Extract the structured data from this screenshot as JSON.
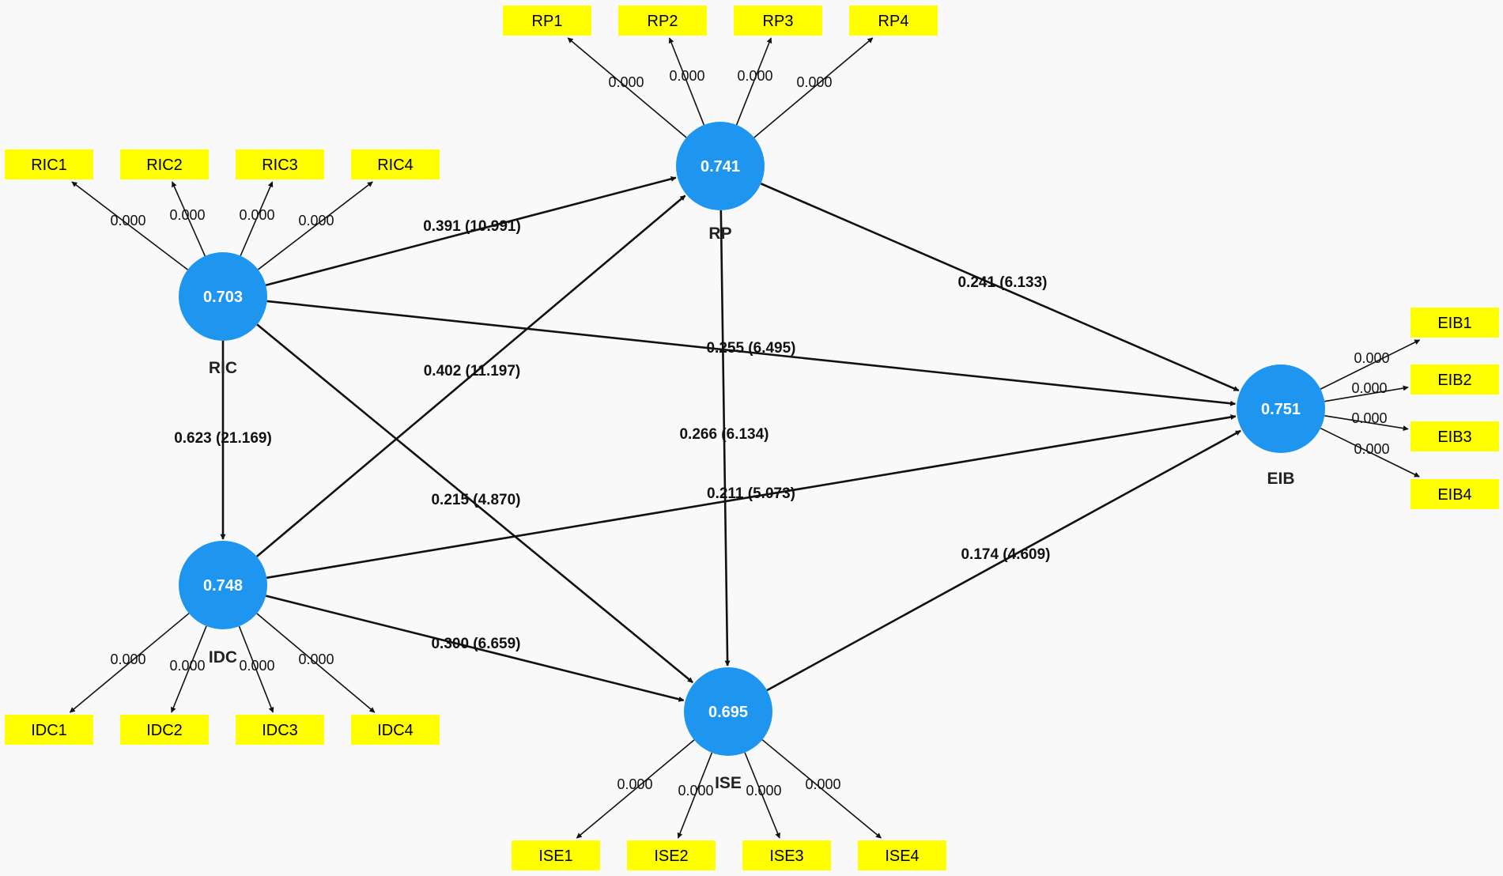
{
  "colors": {
    "background": "#f9f9f9",
    "construct_fill": "#1e96f0",
    "indicator_fill": "#ffff00",
    "line": "#111111"
  },
  "constructs": [
    {
      "id": "RIC",
      "name": "RIC",
      "value": "0.703"
    },
    {
      "id": "RP",
      "name": "RP",
      "value": "0.741"
    },
    {
      "id": "IDC",
      "name": "IDC",
      "value": "0.748"
    },
    {
      "id": "ISE",
      "name": "ISE",
      "value": "0.695"
    },
    {
      "id": "EIB",
      "name": "EIB",
      "value": "0.751"
    }
  ],
  "indicators": [
    {
      "id": "RIC1",
      "label": "RIC1",
      "construct": "RIC",
      "loading": "0.000"
    },
    {
      "id": "RIC2",
      "label": "RIC2",
      "construct": "RIC",
      "loading": "0.000"
    },
    {
      "id": "RIC3",
      "label": "RIC3",
      "construct": "RIC",
      "loading": "0.000"
    },
    {
      "id": "RIC4",
      "label": "RIC4",
      "construct": "RIC",
      "loading": "0.000"
    },
    {
      "id": "RP1",
      "label": "RP1",
      "construct": "RP",
      "loading": "0.000"
    },
    {
      "id": "RP2",
      "label": "RP2",
      "construct": "RP",
      "loading": "0.000"
    },
    {
      "id": "RP3",
      "label": "RP3",
      "construct": "RP",
      "loading": "0.000"
    },
    {
      "id": "RP4",
      "label": "RP4",
      "construct": "RP",
      "loading": "0.000"
    },
    {
      "id": "IDC1",
      "label": "IDC1",
      "construct": "IDC",
      "loading": "0.000"
    },
    {
      "id": "IDC2",
      "label": "IDC2",
      "construct": "IDC",
      "loading": "0.000"
    },
    {
      "id": "IDC3",
      "label": "IDC3",
      "construct": "IDC",
      "loading": "0.000"
    },
    {
      "id": "IDC4",
      "label": "IDC4",
      "construct": "IDC",
      "loading": "0.000"
    },
    {
      "id": "ISE1",
      "label": "ISE1",
      "construct": "ISE",
      "loading": "0.000"
    },
    {
      "id": "ISE2",
      "label": "ISE2",
      "construct": "ISE",
      "loading": "0.000"
    },
    {
      "id": "ISE3",
      "label": "ISE3",
      "construct": "ISE",
      "loading": "0.000"
    },
    {
      "id": "ISE4",
      "label": "ISE4",
      "construct": "ISE",
      "loading": "0.000"
    },
    {
      "id": "EIB1",
      "label": "EIB1",
      "construct": "EIB",
      "loading": "0.000"
    },
    {
      "id": "EIB2",
      "label": "EIB2",
      "construct": "EIB",
      "loading": "0.000"
    },
    {
      "id": "EIB3",
      "label": "EIB3",
      "construct": "EIB",
      "loading": "0.000"
    },
    {
      "id": "EIB4",
      "label": "EIB4",
      "construct": "EIB",
      "loading": "0.000"
    }
  ],
  "paths": [
    {
      "from": "RIC",
      "to": "RP",
      "label": "0.391 (10.991)"
    },
    {
      "from": "RIC",
      "to": "EIB",
      "label": "0.255 (6.495)"
    },
    {
      "from": "RIC",
      "to": "IDC",
      "label": "0.623 (21.169)"
    },
    {
      "from": "RIC",
      "to": "ISE",
      "label": "0.215 (4.870)"
    },
    {
      "from": "IDC",
      "to": "RP",
      "label": "0.402 (11.197)"
    },
    {
      "from": "IDC",
      "to": "EIB",
      "label": "0.211 (5.073)"
    },
    {
      "from": "IDC",
      "to": "ISE",
      "label": "0.300 (6.659)"
    },
    {
      "from": "RP",
      "to": "EIB",
      "label": "0.241 (6.133)"
    },
    {
      "from": "RP",
      "to": "ISE",
      "label": "0.266 (6.134)"
    },
    {
      "from": "ISE",
      "to": "EIB",
      "label": "0.174 (4.609)"
    }
  ]
}
